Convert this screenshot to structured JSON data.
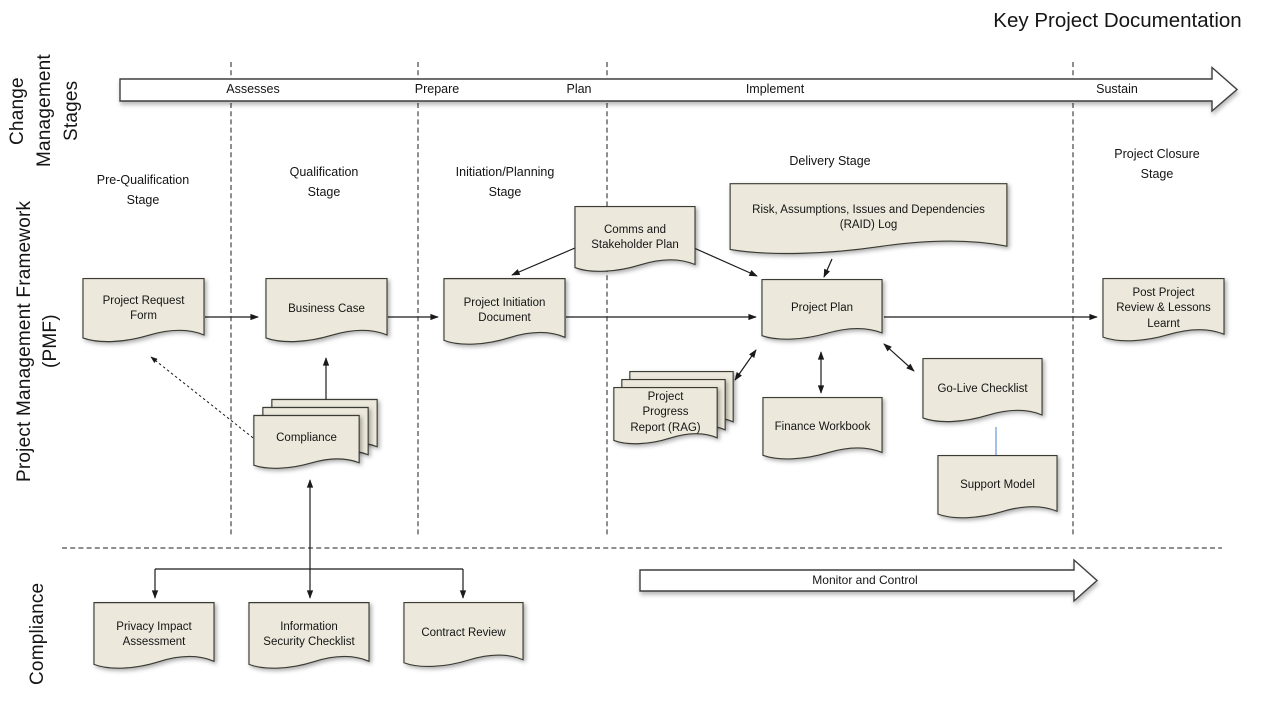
{
  "title": "Key Project Documentation",
  "lanes": {
    "change_management_stages": "Change\nManagement\nStages",
    "pmf": "Project Management Framework\n(PMF)",
    "compliance": "Compliance"
  },
  "top_arrow_steps": [
    "Assesses",
    "Prepare",
    "Plan",
    "Implement",
    "Sustain"
  ],
  "monitor_arrow_label": "Monitor and Control",
  "stages": {
    "pre_qualification": "Pre-Qualification\nStage",
    "qualification": "Qualification\nStage",
    "initiation_planning": "Initiation/Planning\nStage",
    "delivery": "Delivery Stage",
    "project_closure": "Project Closure\nStage"
  },
  "documents": {
    "project_request_form": "Project Request\nForm",
    "business_case": "Business Case",
    "compliance_docs": "Compliance",
    "project_initiation_document": "Project Initiation\nDocument",
    "comms_stakeholder_plan": "Comms and\nStakeholder Plan",
    "raid_log": "Risk, Assumptions, Issues and Dependencies\n(RAID) Log",
    "project_plan": "Project Plan",
    "project_progress_report": "Project\nProgress\nReport (RAG)",
    "finance_workbook": "Finance Workbook",
    "go_live_checklist": "Go-Live Checklist",
    "support_model": "Support Model",
    "post_project_review": "Post Project\nReview & Lessons\nLearnt",
    "privacy_impact_assessment": "Privacy Impact\nAssessment",
    "information_security_checklist": "Information\nSecurity Checklist",
    "contract_review": "Contract Review"
  },
  "colors": {
    "document_fill": "#ece9dc",
    "outline": "#3f3f38",
    "support_connector_blue": "#7da7d8"
  }
}
